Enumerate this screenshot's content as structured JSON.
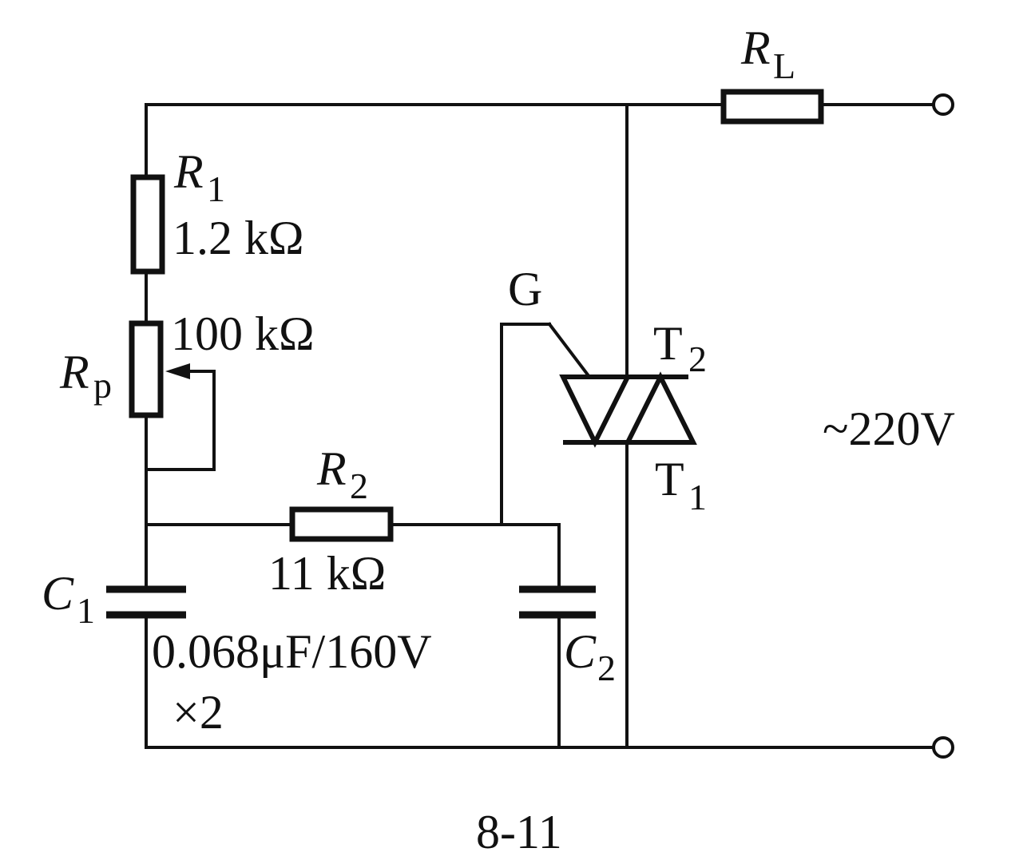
{
  "figure": {
    "caption": "8-11"
  },
  "components": {
    "RL": {
      "symbol": "R",
      "sub": "L"
    },
    "R1": {
      "symbol": "R",
      "sub": "1",
      "value": "1.2 kΩ"
    },
    "Rp": {
      "symbol": "R",
      "sub": "p",
      "value": "100 kΩ"
    },
    "R2": {
      "symbol": "R",
      "sub": "2",
      "value": "11 kΩ"
    },
    "C1": {
      "symbol": "C",
      "sub": "1",
      "value": "0.068μF/160V",
      "multiplier": "×2"
    },
    "C2": {
      "symbol": "C",
      "sub": "2"
    },
    "triac": {
      "gate": "G",
      "t2": {
        "symbol": "T",
        "sub": "2"
      },
      "t1": {
        "symbol": "T",
        "sub": "1"
      }
    }
  },
  "supply": {
    "label": "~220V"
  }
}
